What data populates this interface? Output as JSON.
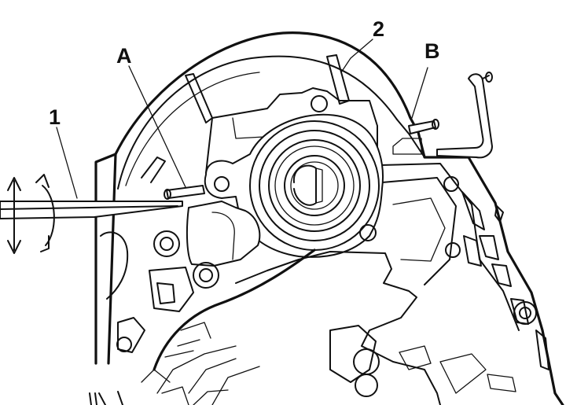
{
  "callouts": {
    "one": "1",
    "two": "2",
    "a": "A",
    "b": "B"
  }
}
